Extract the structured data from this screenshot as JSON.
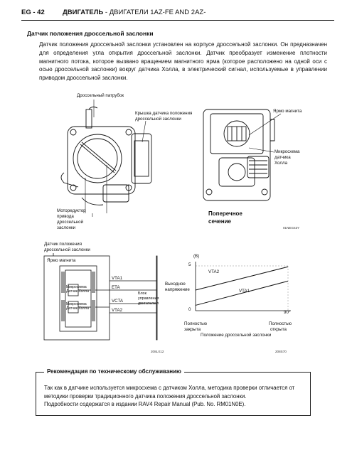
{
  "header": {
    "page": "EG - 42",
    "title_bold": "ДВИГАТЕЛЬ",
    "title_rest": " - ДВИГАТЕЛИ 1AZ-FE AND 2AZ-"
  },
  "section": {
    "title": "Датчик положения дроссельной заслонки",
    "paragraph": "Датчик положения дроссельной заслонки установлен на корпусе дроссельной заслонки. Он предназначен для определения угла открытия дроссельной заслонки. Датчик преобразует изменение плотности магнитного потока, которое вызвано вращением магнитного ярма (которое расположено на одной оси с осью дроссельной заслонки) вокруг датчика Холла, в электрический сигнал, используемые в управлении приводом дроссельной заслонки."
  },
  "figure1": {
    "label_body": "Дроссельный патрубок",
    "label_cover_1": "Крышка датчика положения",
    "label_cover_2": "дроссельной заслонки",
    "label_yoke": "Ярмо магнита",
    "label_hall_1": "Микросхема",
    "label_hall_2": "датчика",
    "label_hall_3": "Холла",
    "label_motor_1": "Моторедуктор",
    "label_motor_2": "привода",
    "label_motor_3": "дроссельной",
    "label_motor_4": "заслонки",
    "label_section_1": "Поперечное",
    "label_section_2": "сечение",
    "code": "01NEG43Y"
  },
  "figure2": {
    "label_sensor_1": "Датчик положения",
    "label_sensor_2": "дроссельной заслонки",
    "label_yoke": "Ярмо магнита",
    "hall1_1": "Микросхема",
    "hall1_2": "Датчик Холла",
    "hall2_1": "Микросхема",
    "hall2_2": "Датчик Холла",
    "pin_vta1": "VTA1",
    "pin_eta": "ETA",
    "pin_vcta": "VCTA",
    "pin_vta2": "VTA2",
    "ecu_1": "Блок",
    "ecu_2": "управления",
    "ecu_3": "двигателем",
    "code": "208LX12"
  },
  "chart_data": {
    "type": "line",
    "title": "",
    "ylabel_unit": "(В)",
    "ylabel_1": "Выходное",
    "ylabel_2": "напряжение",
    "xlabel": "Положение дроссельной заслонки",
    "x_start_label_1": "Полностью",
    "x_start_label_2": "закрыта",
    "x_end_label_1": "Полностью",
    "x_end_label_2": "открыта",
    "x_tick_end": "90°",
    "y_tick_zero": "0",
    "y_tick_top": "5",
    "xlim": [
      0,
      90
    ],
    "ylim": [
      0,
      5
    ],
    "series": [
      {
        "name": "VTA2",
        "x": [
          0,
          90
        ],
        "y": [
          2.3,
          4.9
        ]
      },
      {
        "name": "VTA1",
        "x": [
          0,
          90
        ],
        "y": [
          0.6,
          3.3
        ]
      }
    ],
    "code": "208S70"
  },
  "note": {
    "title": "Рекомендация по техническому обслуживанию",
    "line1": "Так как в датчике используется микросхема с датчиком Холла, методика проверки отличается от",
    "line2": "методики проверки традиционного датчика положения дроссельной заслонки.",
    "line3": "Подробности содержатся в издании RAV4 Repair Manual (Pub. No. RM01N0E)."
  }
}
